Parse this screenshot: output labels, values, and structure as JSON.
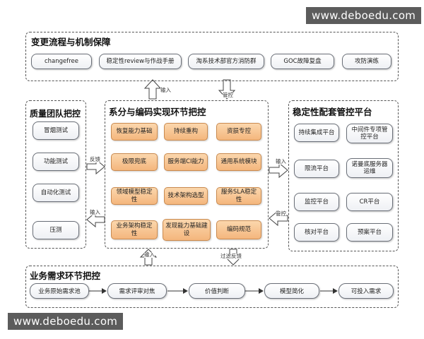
{
  "watermarks": [
    "www.deboedu.com",
    "www.deboedu.com"
  ],
  "top": {
    "title": "变更流程与机制保障",
    "items": [
      "changefree",
      "稳定性review与作战手册",
      "淘系技术部官方消防群",
      "GOC故障复盘",
      "攻防演练"
    ]
  },
  "left": {
    "title": "质量团队把控",
    "items": [
      "冒烟测试",
      "功能测试",
      "自动化测试",
      "压测"
    ]
  },
  "center": {
    "title": "系分与编码实现环节把控",
    "items": [
      "恢复能力基础",
      "持续重构",
      "资损专控",
      "极限兜底",
      "服务端CI能力",
      "通用系统模块",
      "领域模型稳定性",
      "技术架构选型",
      "服务SLA稳定性",
      "业务架构稳定性",
      "发现能力基础建设",
      "编码规范"
    ]
  },
  "right": {
    "title": "稳定性配套管控平台",
    "items": [
      "持续集成平台",
      "中间件专项管控平台",
      "限流平台",
      "诺曼底服务器运维",
      "监控平台",
      "CR平台",
      "核对平台",
      "预案平台"
    ]
  },
  "bottom": {
    "title": "业务需求环节把控",
    "items": [
      "业务原始需求池",
      "需求评审对焦",
      "价值判断",
      "模型简化",
      "可投入需求"
    ]
  },
  "arrow_labels": {
    "input_top": "输入",
    "control_top": "管控",
    "feedback_left": "反馈",
    "input_left": "输入",
    "input_right": "输入",
    "control_right": "管控",
    "input_bottom": "输入",
    "filter_feedback": "过滤反馈"
  },
  "colors": {
    "orange_fill": "#f4b67d",
    "pill_border": "#6a6f78",
    "dash_border": "#555555"
  }
}
